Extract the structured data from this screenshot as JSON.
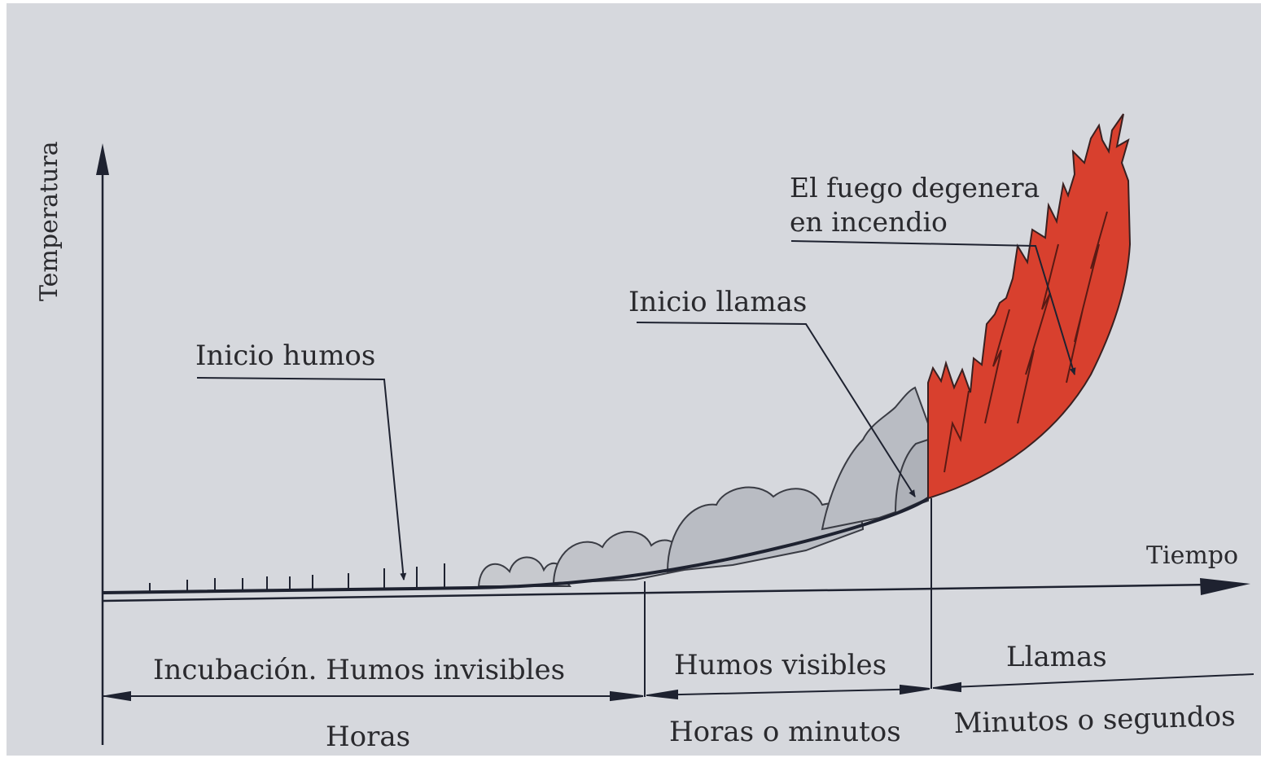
{
  "diagram": {
    "y_axis_label": "Temperatura",
    "x_axis_label": "Tiempo",
    "annotations": {
      "smoke_start": "Inicio humos",
      "flames_start": "Inicio llamas",
      "fire_line1": "El fuego degenera",
      "fire_line2": "en incendio"
    },
    "phases": [
      {
        "name": "Incubación. Humos invisibles",
        "duration": "Horas"
      },
      {
        "name": "Humos visibles",
        "duration": "Horas o minutos"
      },
      {
        "name": "Llamas",
        "duration": "Minutos o segundos"
      }
    ],
    "colors": {
      "background": "#d6d8dd",
      "flame": "#d8402e",
      "smoke": "#b9bcc3",
      "line": "#1e2230"
    }
  }
}
